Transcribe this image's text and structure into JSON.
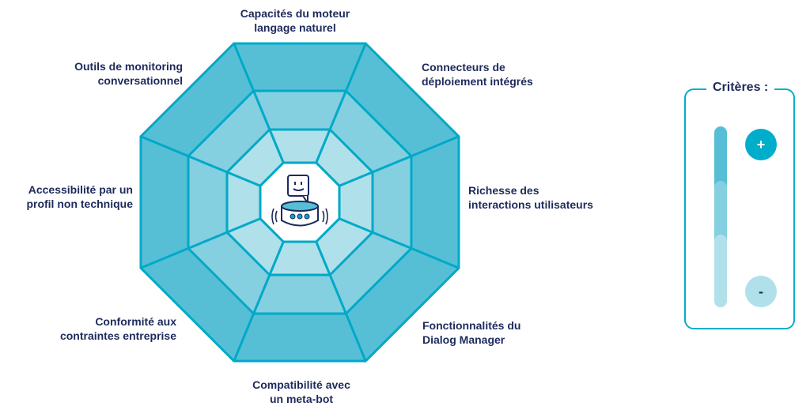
{
  "labels": [
    "Capacités du moteur\nlangage naturel",
    "Connecteurs de\ndéploiement intégrés",
    "Richesse des\ninteractions utilisateurs",
    "Fonctionnalités du\nDialog Manager",
    "Compatibilité avec\nun meta-bot",
    "Conformité aux\ncontraintes entreprise",
    "Accessibilité par un\nprofil non technique",
    "Outils de monitoring\nconversationnel"
  ],
  "legend": {
    "title": "Critères :",
    "plus": "+",
    "minus": "-"
  },
  "colors": {
    "outer": "#56bfd6",
    "mid": "#84cfe0",
    "inner": "#b0e0ea",
    "center": "#ffffff",
    "stroke": "#00a9c8",
    "text": "#1d2a5c"
  }
}
